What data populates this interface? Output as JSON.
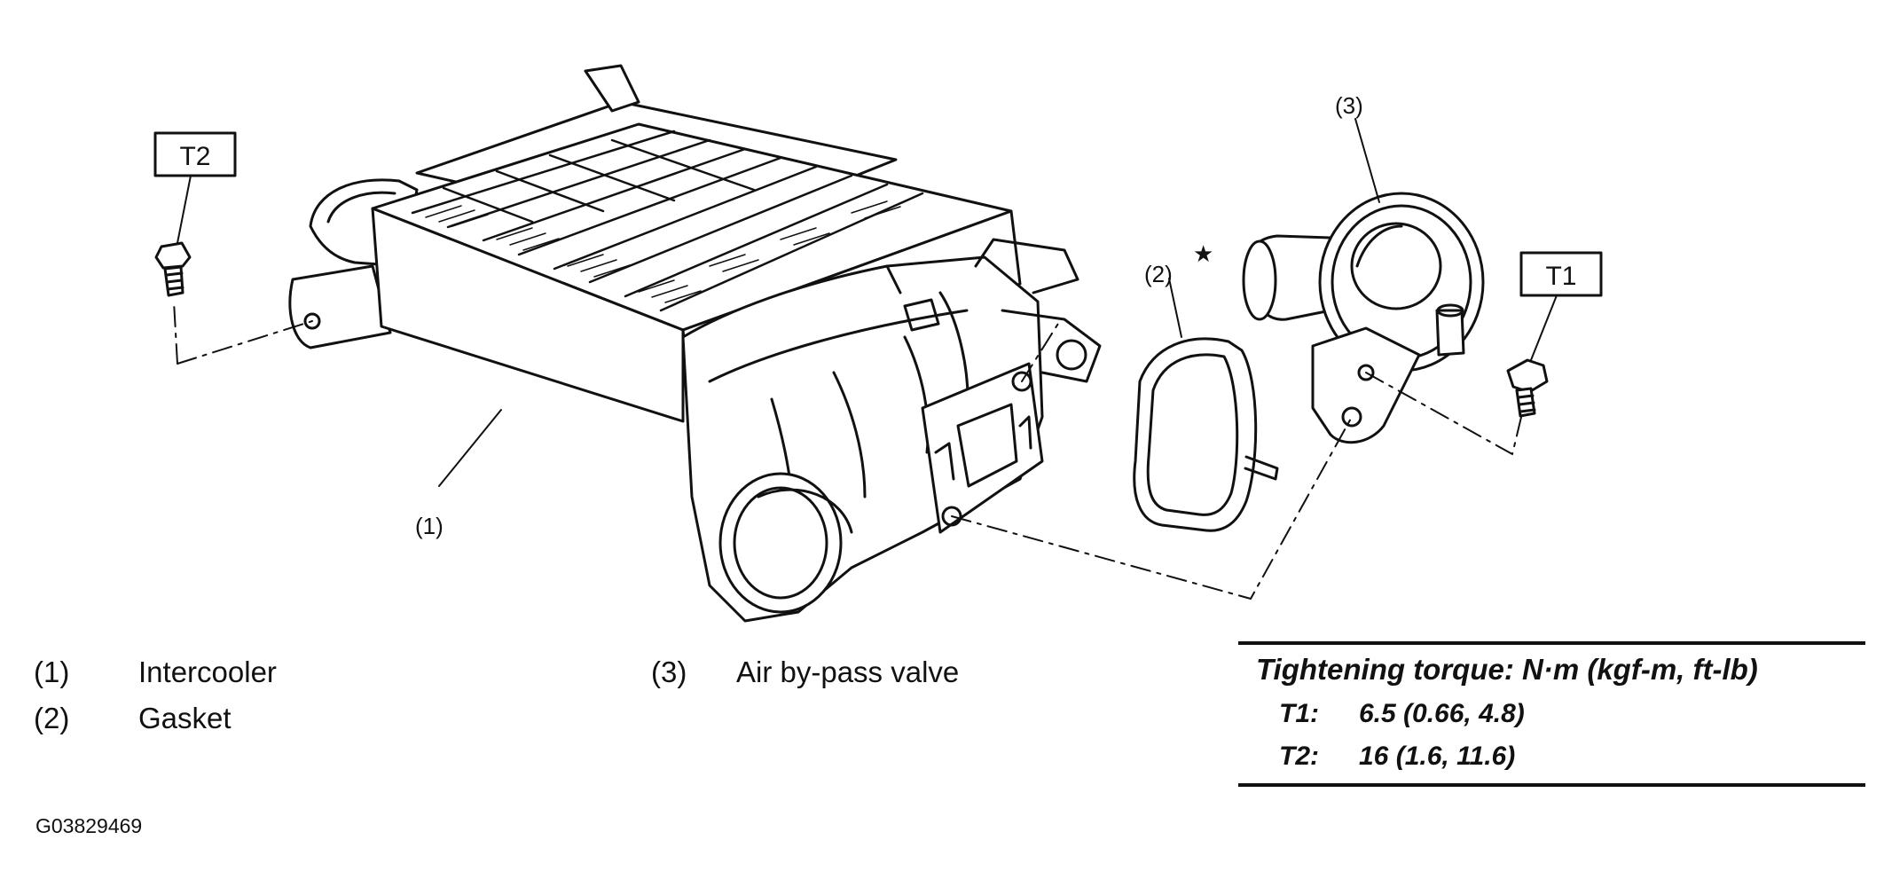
{
  "callouts": {
    "intercooler": "(1)",
    "gasket": "(2)",
    "valve": "(3)",
    "star": "★"
  },
  "torque_tags": {
    "t1": "T1",
    "t2": "T2"
  },
  "legend": [
    {
      "num": "(1)",
      "label": "Intercooler"
    },
    {
      "num": "(2)",
      "label": "Gasket"
    },
    {
      "num": "(3)",
      "label": "Air by-pass valve"
    }
  ],
  "torque_table": {
    "title": "Tightening torque: N·m (kgf-m, ft-lb)",
    "rows": [
      {
        "key": "T1:",
        "value": "6.5 (0.66, 4.8)"
      },
      {
        "key": "T2:",
        "value": "16 (1.6, 11.6)"
      }
    ]
  },
  "figure_id": "G03829469"
}
